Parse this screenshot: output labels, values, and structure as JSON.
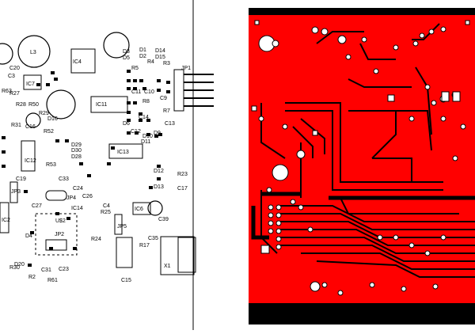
{
  "colors": {
    "silk_bg": "#ffffff",
    "silk_ink": "#000000",
    "copper": "#ff0000",
    "trace": "#000000",
    "pad_hole": "#ffffff",
    "outline": "#000000"
  },
  "left_view": {
    "labels": [
      "L3",
      "C20",
      "C3",
      "R63",
      "IC7",
      "R27",
      "R50",
      "C16",
      "R28",
      "R31",
      "R29",
      "D16",
      "R52",
      "IC12",
      "C19",
      "JP3",
      "IC2",
      "D4",
      "C31",
      "R2",
      "R61",
      "C23",
      "JP2",
      "D20",
      "R24",
      "R30",
      "C27",
      "C33",
      "JP4",
      "IC14",
      "C26",
      "C24",
      "R53",
      "D29",
      "D28",
      "D30",
      "IC4",
      "D3",
      "D5",
      "C4",
      "R25",
      "JP5",
      "IC6",
      "C39",
      "D13",
      "D12",
      "R17",
      "C35",
      "X1",
      "C15",
      "R23",
      "C17",
      "IC13",
      "D1",
      "D2",
      "D14",
      "D15",
      "R4",
      "R3",
      "R5",
      "C11",
      "C10",
      "R8",
      "C9",
      "C13",
      "R7",
      "C14",
      "C12",
      "D10",
      "D9",
      "D11",
      "IC11",
      "D6",
      "JP1",
      "U$2"
    ]
  },
  "right_view": {
    "title": ""
  }
}
